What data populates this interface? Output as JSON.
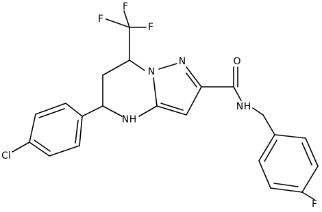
{
  "structure": {
    "atoms": {
      "f_top_left": "F",
      "f_top": "F",
      "f_right": "F",
      "n_ring": "N",
      "n_ring2": "N",
      "o_carbonyl": "O",
      "nh_amide": "N",
      "h_amide": "H",
      "nh_ring": "N",
      "h_ring": "H",
      "cl": "Cl",
      "f_aryl": "F"
    }
  }
}
